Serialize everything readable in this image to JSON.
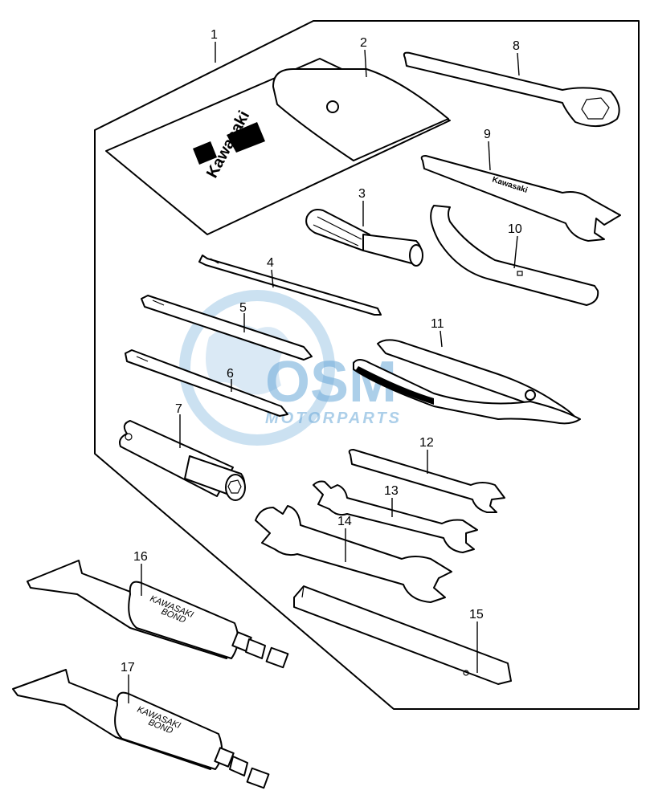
{
  "callouts": [
    "1",
    "2",
    "3",
    "4",
    "5",
    "6",
    "7",
    "8",
    "9",
    "10",
    "11",
    "12",
    "13",
    "14",
    "15",
    "16",
    "17"
  ],
  "pouch_brand": "Kawasaki",
  "tube_label_line1": "KAWASAKI",
  "tube_label_line2": "BOND",
  "watermark": {
    "logo": "OSM",
    "tagline": "MOTORPARTS"
  },
  "colors": {
    "line": "#000000",
    "background": "#ffffff",
    "watermark": "#6aa8d8"
  }
}
